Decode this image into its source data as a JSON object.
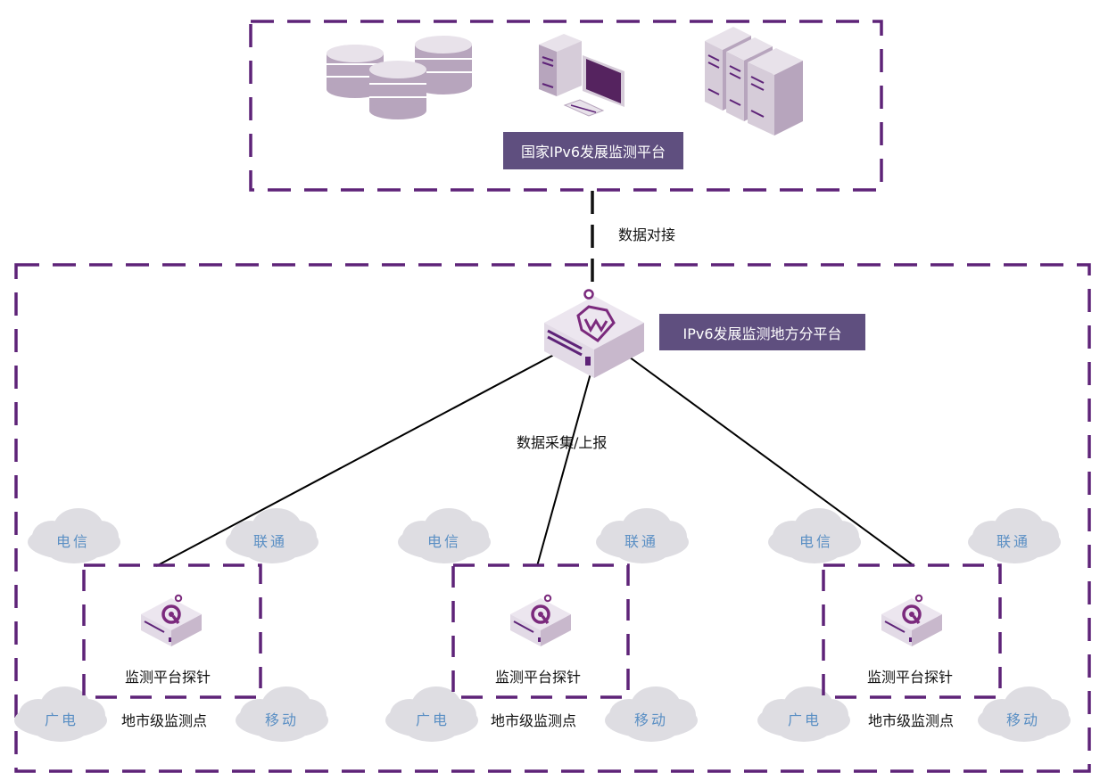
{
  "colors": {
    "dash_border": "#5e2378",
    "label_box_bg": "#5f4f7f",
    "label_box_text": "#ffffff",
    "device_face": "#ece6ef",
    "device_side": "#c8b8cc",
    "device_accent": "#7b2a7d",
    "cloud_fill": "#dedde2",
    "cloud_text": "#5a8fc4",
    "line": "#000000"
  },
  "national": {
    "title": "国家IPv6发展监测平台",
    "icons": [
      "database-icon",
      "workstation-icon",
      "server-rack-icon"
    ]
  },
  "link_label": "数据对接",
  "regional": {
    "title": "IPv6发展监测地方分平台",
    "collect_label": "数据采集/上报"
  },
  "sites": [
    {
      "probe_label": "监测平台探针",
      "site_label": "地市级监测点",
      "clouds": [
        "电信",
        "联通",
        "广电",
        "移动"
      ]
    },
    {
      "probe_label": "监测平台探针",
      "site_label": "地市级监测点",
      "clouds": [
        "电信",
        "联通",
        "广电",
        "移动"
      ]
    },
    {
      "probe_label": "监测平台探针",
      "site_label": "地市级监测点",
      "clouds": [
        "电信",
        "联通",
        "广电",
        "移动"
      ]
    }
  ]
}
